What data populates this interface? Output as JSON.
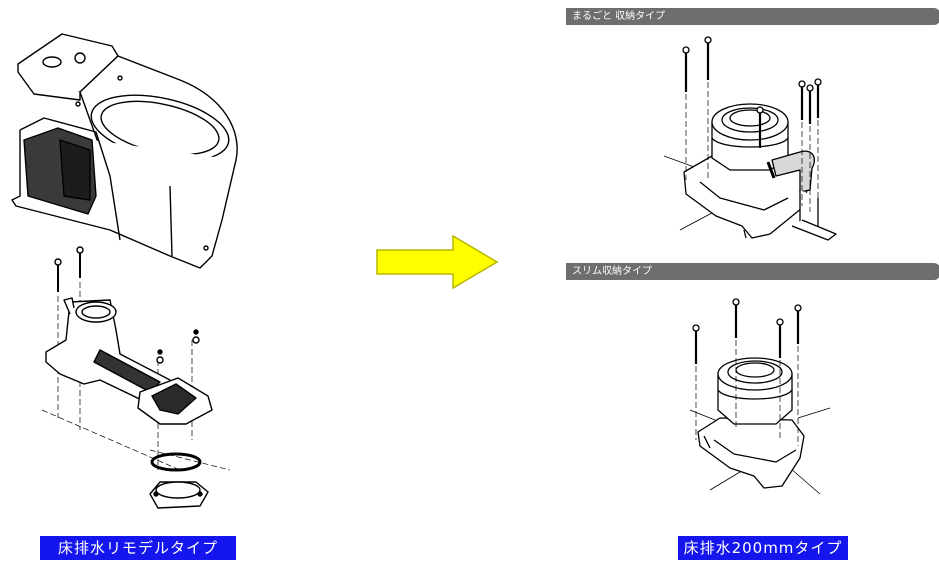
{
  "panels": {
    "top_right_header": "まるごと 収納タイプ",
    "bottom_right_header": "スリム収納タイプ"
  },
  "captions": {
    "left": "床排水リモデルタイプ",
    "right": "床排水200mmタイプ"
  },
  "colors": {
    "header_bg": "#6e6e6e",
    "caption_bg": "#1515ee",
    "arrow_fill": "#ffff00",
    "arrow_stroke": "#b8b800"
  },
  "icons": {
    "arrow": "right-arrow-icon"
  }
}
